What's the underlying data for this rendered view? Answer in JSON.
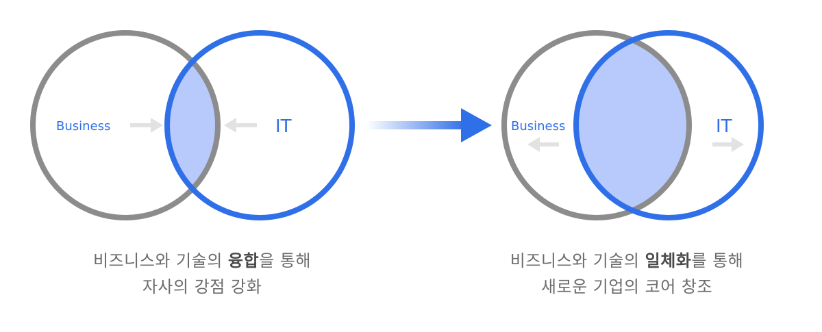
{
  "colors": {
    "business_circle": "#8c8c8c",
    "it_circle": "#2f6fe8",
    "overlap_fill": "#b8c9fb",
    "arrow_gray": "#e0e0e0",
    "caption_text": "#6b6b6b",
    "caption_bold": "#4a4a4a"
  },
  "left_diagram": {
    "business_label": "Business",
    "it_label": "IT",
    "caption": {
      "line1_prefix": "비즈니스와 기술의 ",
      "line1_bold": "융합",
      "line1_suffix": "을 통해",
      "line2": "자사의 강점 강화"
    }
  },
  "right_diagram": {
    "business_label": "Business",
    "it_label": "IT",
    "caption": {
      "line1_prefix": "비즈니스와 기술의 ",
      "line1_bold": "일체화",
      "line1_suffix": "를 통해",
      "line2": "새로운 기업의 코어 창조"
    }
  }
}
